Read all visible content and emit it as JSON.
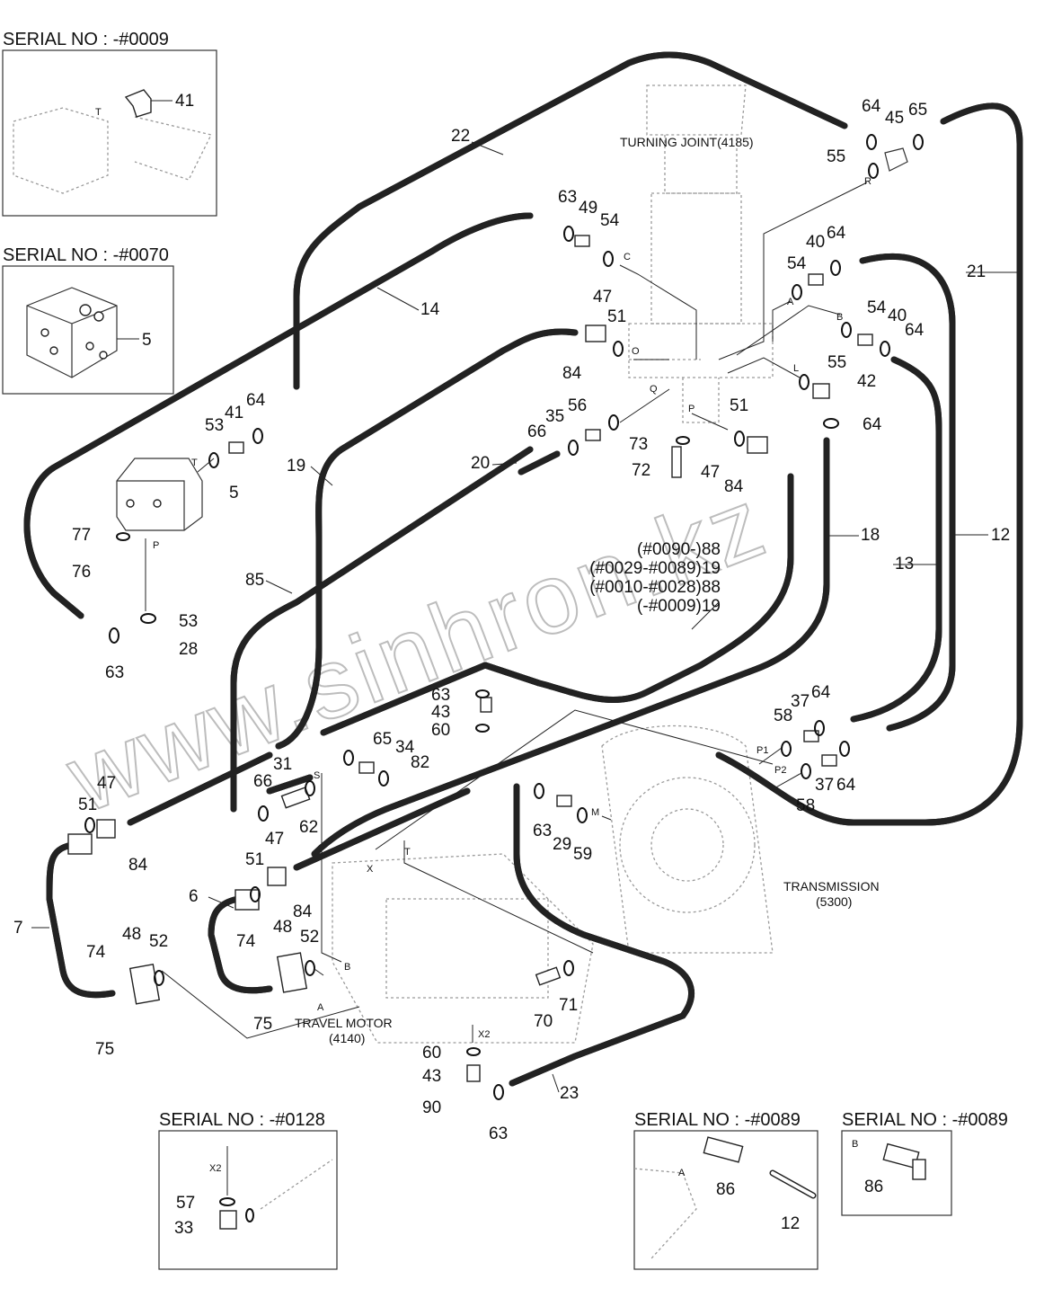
{
  "serial_boxes": [
    {
      "title": "SERIAL NO : -#0009",
      "callouts": [
        "41"
      ],
      "ports": [
        "T"
      ]
    },
    {
      "title": "SERIAL NO : -#0070",
      "callouts": [
        "5"
      ]
    },
    {
      "title": "SERIAL NO : -#0128",
      "callouts": [
        "57",
        "33"
      ],
      "ports": [
        "X2"
      ]
    },
    {
      "title": "SERIAL NO : -#0089",
      "callouts": [
        "86",
        "12"
      ],
      "ports": [
        "A"
      ]
    },
    {
      "title": "SERIAL NO : -#0089",
      "callouts": [
        "86"
      ],
      "ports": [
        "B"
      ]
    }
  ],
  "components": {
    "turning_joint": "TURNING JOINT(4185)",
    "transmission_line1": "TRANSMISSION",
    "transmission_line2": "(5300)",
    "travel_motor_line1": "TRAVEL MOTOR",
    "travel_motor_line2": "(4140)"
  },
  "serial_variants": [
    "(#0090-)88",
    "(#0029-#0089)19",
    "(#0010-#0028)88",
    "(-#0009)19"
  ],
  "callouts": [
    "22",
    "64",
    "45",
    "65",
    "55",
    "63",
    "49",
    "54",
    "40",
    "64",
    "21",
    "14",
    "54",
    "47",
    "51",
    "54",
    "40",
    "64",
    "5",
    "84",
    "55",
    "42",
    "64",
    "56",
    "35",
    "66",
    "20",
    "73",
    "72",
    "51",
    "47",
    "84",
    "53",
    "41",
    "64",
    "19",
    "77",
    "76",
    "53",
    "28",
    "63",
    "85",
    "18",
    "12",
    "13",
    "63",
    "43",
    "60",
    "65",
    "34",
    "82",
    "37",
    "64",
    "58",
    "37",
    "64",
    "58",
    "31",
    "66",
    "62",
    "47",
    "51",
    "84",
    "63",
    "29",
    "59",
    "6",
    "51",
    "47",
    "84",
    "7",
    "74",
    "48",
    "52",
    "75",
    "74",
    "48",
    "52",
    "75",
    "70",
    "71",
    "60",
    "43",
    "90",
    "63",
    "23"
  ],
  "port_letters": [
    "R",
    "C",
    "A",
    "B",
    "O",
    "L",
    "Q",
    "P",
    "T",
    "P",
    "S",
    "X",
    "T",
    "P1",
    "P2",
    "M",
    "B",
    "A",
    "X2"
  ],
  "watermark": "www.sinhron.kz"
}
